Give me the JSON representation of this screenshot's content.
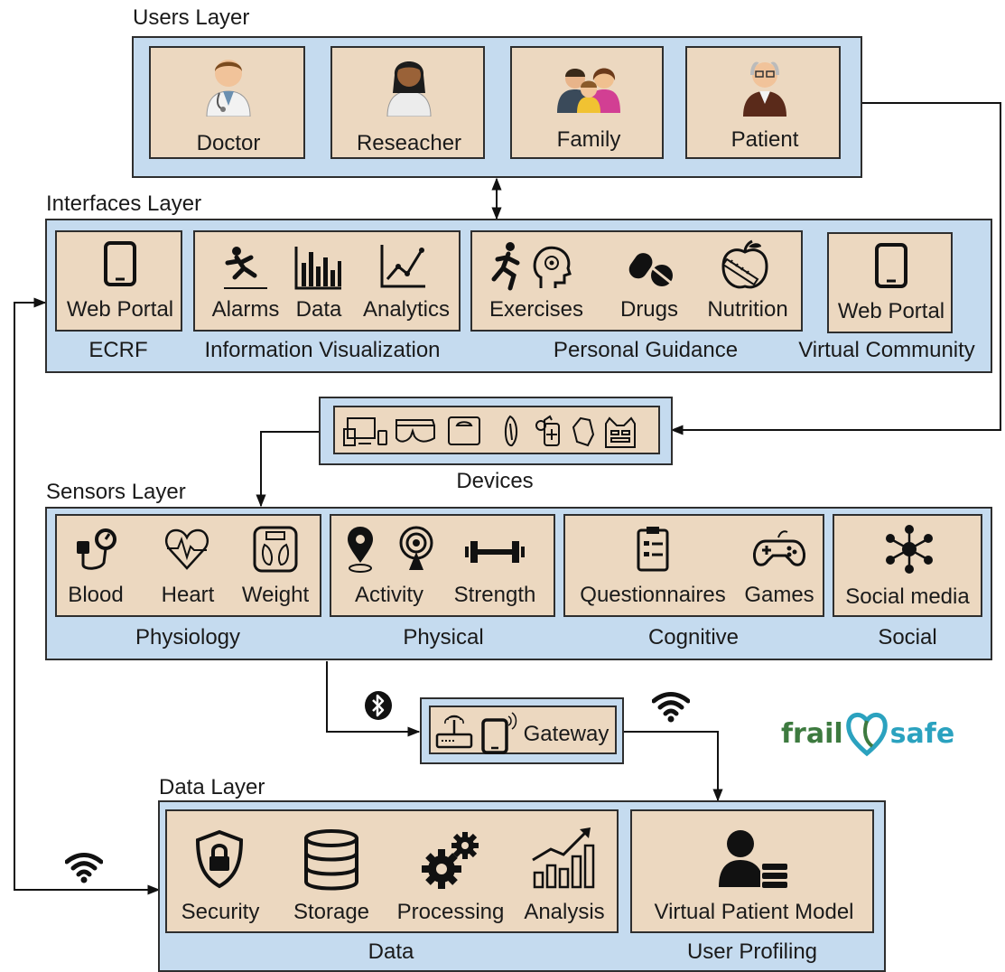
{
  "users_layer": {
    "title": "Users Layer",
    "cards": [
      {
        "label": "Doctor",
        "icon": "doctor-icon"
      },
      {
        "label": "Reseacher",
        "icon": "researcher-icon"
      },
      {
        "label": "Family",
        "icon": "family-icon"
      },
      {
        "label": "Patient",
        "icon": "patient-icon"
      }
    ]
  },
  "interfaces_layer": {
    "title": "Interfaces Layer",
    "groups": [
      {
        "name": "ECRF",
        "items": [
          {
            "label": "Web Portal",
            "icon": "tablet-icon"
          }
        ]
      },
      {
        "name": "Information Visualization",
        "items": [
          {
            "label": "Alarms",
            "icon": "fall-alarm-icon"
          },
          {
            "label": "Data",
            "icon": "bar-chart-icon"
          },
          {
            "label": "Analytics",
            "icon": "line-chart-icon"
          }
        ]
      },
      {
        "name": "Personal Guidance",
        "items": [
          {
            "label": "Exercises",
            "icon": "running-brain-icon"
          },
          {
            "label": "Drugs",
            "icon": "pill-icon"
          },
          {
            "label": "Nutrition",
            "icon": "apple-measure-icon"
          }
        ]
      },
      {
        "name": "Virtual Community",
        "items": [
          {
            "label": "Web Portal",
            "icon": "tablet-icon"
          }
        ]
      }
    ]
  },
  "devices": {
    "label": "Devices",
    "icons": [
      "computer-tablet-phone-icon",
      "smart-glasses-icon",
      "scale-icon",
      "insole-icon",
      "inhaler-icon",
      "wearable-tag-icon",
      "smart-vest-icon"
    ]
  },
  "sensors_layer": {
    "title": "Sensors Layer",
    "groups": [
      {
        "name": "Physiology",
        "items": [
          {
            "label": "Blood",
            "icon": "blood-pressure-icon"
          },
          {
            "label": "Heart",
            "icon": "heart-rate-icon"
          },
          {
            "label": "Weight",
            "icon": "weight-scale-icon"
          }
        ]
      },
      {
        "name": "Physical",
        "items": [
          {
            "label": "Activity",
            "icon": "location-activity-icon"
          },
          {
            "label": "Strength",
            "icon": "dumbbell-icon"
          }
        ]
      },
      {
        "name": "Cognitive",
        "items": [
          {
            "label": "Questionnaires",
            "icon": "clipboard-icon"
          },
          {
            "label": "Games",
            "icon": "gamepad-icon"
          }
        ]
      },
      {
        "name": "Social",
        "items": [
          {
            "label": "Social media",
            "icon": "social-network-icon"
          }
        ]
      }
    ]
  },
  "gateway": {
    "label": "Gateway",
    "icons": [
      "router-icon",
      "tablet-wireless-icon"
    ]
  },
  "connectivity": {
    "bluetooth_icon": "bluetooth-icon",
    "wifi_icon": "wifi-icon"
  },
  "brand": {
    "part1": "frail",
    "part2": "safe",
    "icon": "heart-logo-icon",
    "colors": {
      "frail": "#3d7a3f",
      "safe": "#2ba2bf"
    }
  },
  "data_layer": {
    "title": "Data Layer",
    "groups": [
      {
        "name": "Data",
        "items": [
          {
            "label": "Security",
            "icon": "shield-lock-icon"
          },
          {
            "label": "Storage",
            "icon": "database-icon"
          },
          {
            "label": "Processing",
            "icon": "gears-icon"
          },
          {
            "label": "Analysis",
            "icon": "growth-chart-icon"
          }
        ]
      },
      {
        "name": "User Profiling",
        "items": [
          {
            "label": "Virtual Patient Model",
            "icon": "user-list-icon"
          }
        ]
      }
    ]
  },
  "colors": {
    "layer_fill": "#c5dbef",
    "card_fill": "#ecd8c0",
    "border": "#2e2e2e"
  }
}
